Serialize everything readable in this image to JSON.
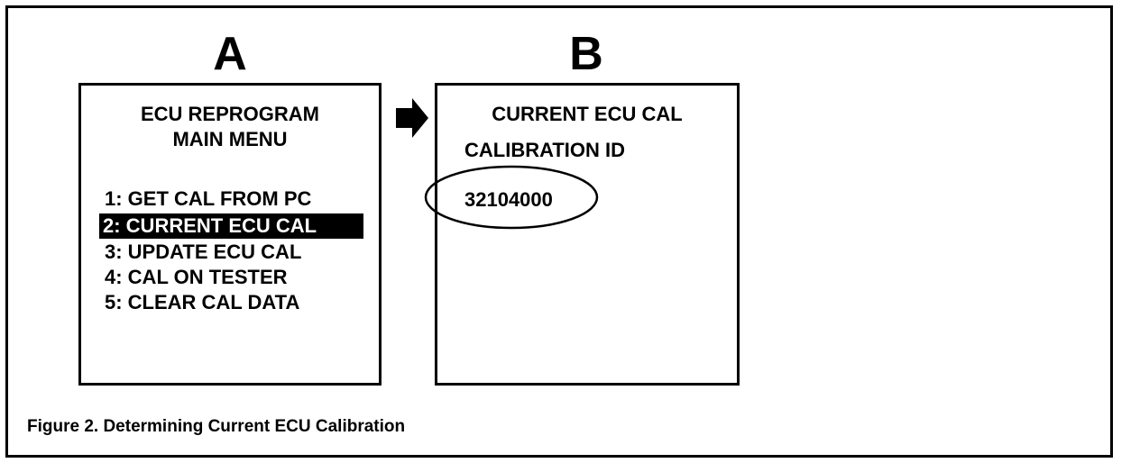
{
  "panels": {
    "a": {
      "letter": "A",
      "title_line_1": "ECU REPROGRAM",
      "title_line_2": "MAIN MENU",
      "menu": [
        {
          "label": "1: GET CAL FROM PC",
          "selected": false
        },
        {
          "label": "2: CURRENT ECU CAL",
          "selected": true
        },
        {
          "label": "3: UPDATE ECU CAL",
          "selected": false
        },
        {
          "label": "4: CAL ON TESTER",
          "selected": false
        },
        {
          "label": "5: CLEAR CAL DATA",
          "selected": false
        }
      ]
    },
    "b": {
      "letter": "B",
      "title": "CURRENT ECU CAL",
      "field_label": "CALIBRATION ID",
      "field_value": "32104000"
    }
  },
  "arrow_icon": "right-arrow-icon",
  "caption": "Figure 2. Determining Current ECU Calibration",
  "colors": {
    "ink": "#000000",
    "paper": "#ffffff"
  }
}
